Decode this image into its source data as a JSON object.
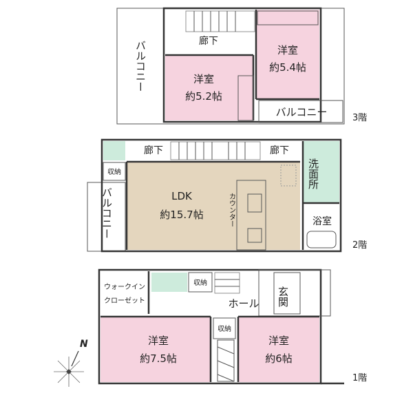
{
  "floors": {
    "f3": {
      "label": "3階",
      "rooms": {
        "corridor": "廊下",
        "bedroom_a": {
          "name": "洋室",
          "size": "約5.2帖"
        },
        "bedroom_b": {
          "name": "洋室",
          "size": "約5.4帖"
        },
        "balcony_left": "バルコニー",
        "balcony_right": "バルコニー"
      }
    },
    "f2": {
      "label": "2階",
      "rooms": {
        "corridor_left": "廊下",
        "corridor_right": "廊下",
        "storage": "収納",
        "ldk": {
          "name": "LDK",
          "size": "約15.7帖"
        },
        "counter": "カウンター",
        "balcony": "バルコニー",
        "washroom": "洗面所",
        "bath": "浴室"
      }
    },
    "f1": {
      "label": "1階",
      "rooms": {
        "wic_line1": "ウォークイン",
        "wic_line2": "クローゼット",
        "storage_top": "収納",
        "storage_mid": "収納",
        "hall": "ホール",
        "entrance": "玄関",
        "bedroom_a": {
          "name": "洋室",
          "size": "約7.5帖"
        },
        "bedroom_b": {
          "name": "洋室",
          "size": "約6帖"
        }
      }
    }
  },
  "compass": {
    "north": "N"
  },
  "colors": {
    "pink": "#f6d3df",
    "tan": "#e4d6be",
    "mint": "#cdebdc",
    "wall": "#333333",
    "stair": "#ffffff"
  }
}
